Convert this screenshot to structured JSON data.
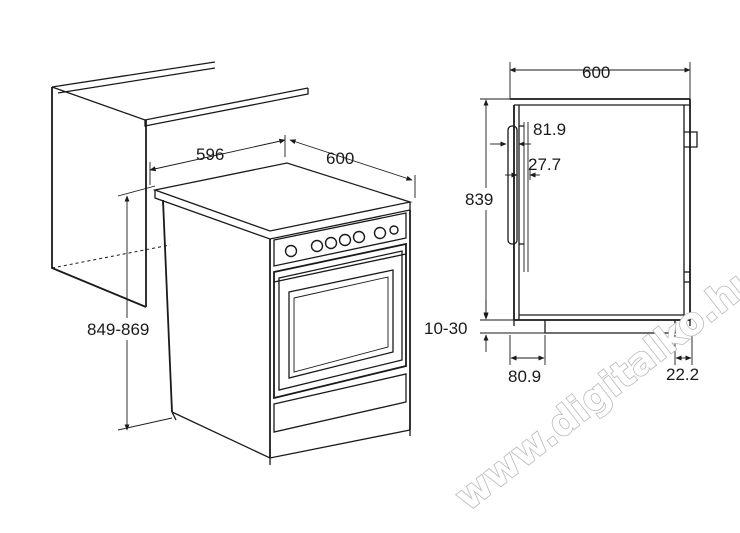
{
  "dimensions": {
    "width_front": "596",
    "depth_front": "600",
    "height_range": "849-869",
    "side_depth": "600",
    "side_height": "839",
    "handle_depth": "81.9",
    "door_depth": "27.7",
    "feet_range": "10-30",
    "foot_offset_front": "80.9",
    "foot_offset_back": "22.2"
  },
  "watermark": "www.digitalko.hu"
}
